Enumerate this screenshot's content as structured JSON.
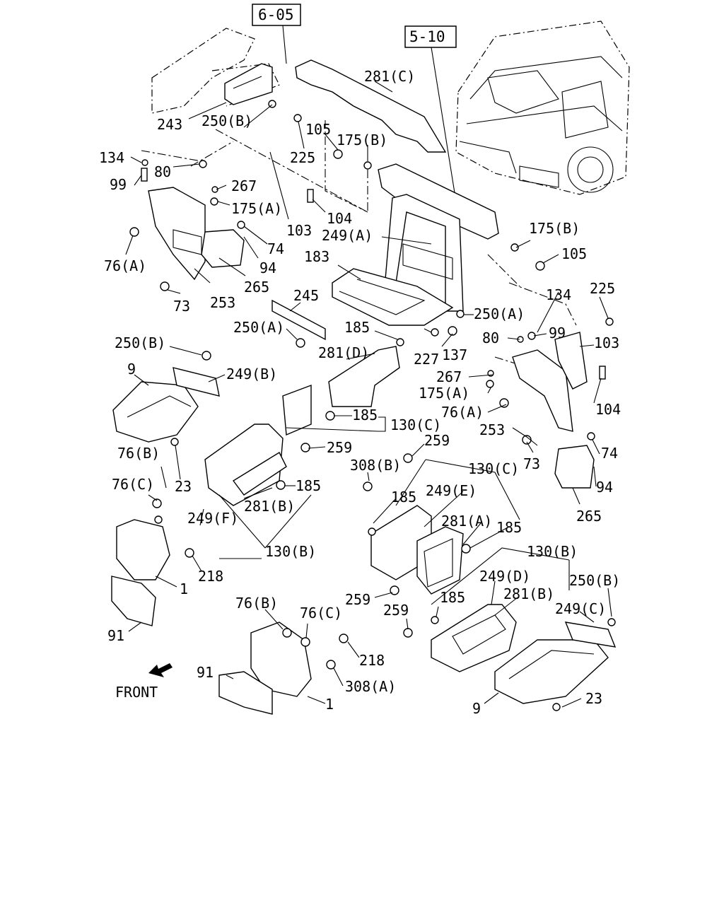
{
  "refs": [
    "6-05",
    "5-10"
  ],
  "front_label": "FRONT",
  "labels": [
    "281(C)",
    "243",
    "250(B)",
    "105",
    "175(B)",
    "134",
    "80",
    "225",
    "99",
    "267",
    "175(A)",
    "104",
    "103",
    "74",
    "249(A)",
    "175(B)",
    "105",
    "76(A)",
    "94",
    "183",
    "265",
    "73",
    "253",
    "245",
    "134",
    "225",
    "250(A)",
    "250(A)",
    "185",
    "80",
    "99",
    "103",
    "250(B)",
    "227",
    "137",
    "281(D)",
    "249(B)",
    "267",
    "9",
    "175(A)",
    "76(A)",
    "104",
    "185",
    "130(C)",
    "253",
    "259",
    "74",
    "259",
    "73",
    "76(B)",
    "23",
    "308(B)",
    "130(C)",
    "94",
    "185",
    "185",
    "249(E)",
    "265",
    "76(C)",
    "281(B)",
    "281(A)",
    "185",
    "249(F)",
    "130(B)",
    "130(B)",
    "218",
    "1",
    "249(D)",
    "250(B)",
    "259",
    "281(B)",
    "185",
    "76(B)",
    "76(C)",
    "259",
    "249(C)",
    "91",
    "218",
    "91",
    "308(A)",
    "23",
    "1",
    "9"
  ]
}
